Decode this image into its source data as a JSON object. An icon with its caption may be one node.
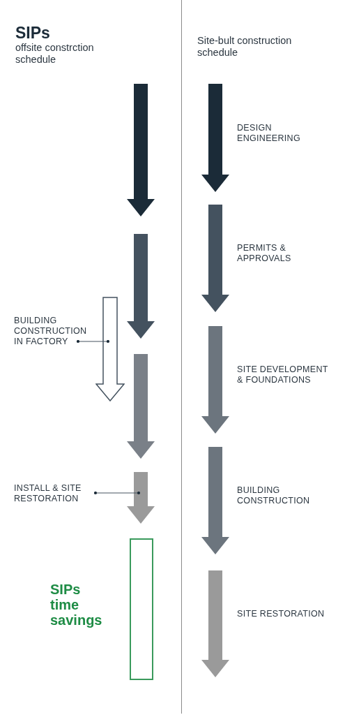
{
  "diagram": {
    "title": "SIPs",
    "nodes": [
      {
        "text": [],
        "shape": "bar"
      },
      {
        "text": [],
        "shape": "bar"
      },
      {
        "text": [
          "BUILDING CONSTRUCTION IN FACTORY"
        ]
      },
      {
        "text": [],
        "shape": "bar"
      },
      {
        "text": [],
        "shape": "bar"
      },
      {
        "text": [
          "INSTALL & SITE RESTORATION"
        ]
      },
      {
        "text": [],
        "shape": "bar"
      },
      {
        "text": [
          "SIPs time savings"
        ]
      },
      {
        "text": [],
        "shape": "bar",
        "beside": [
          "DESIGN ENGINEERING"
        ]
      },
      {
        "text": [],
        "shape": "bar",
        "beside": [
          "PERMITS & APPROVALS"
        ]
      },
      {
        "text": [],
        "shape": "bar",
        "beside": [
          "SITE DEVELOPMENT & FOUNDATIONS"
        ]
      },
      {
        "text": [],
        "shape": "bar",
        "beside": [
          "BUILDING CONSTRUCTION"
        ]
      },
      {
        "text": [],
        "shape": "bar",
        "beside": [
          "SITE RESTORATION"
        ]
      }
    ],
    "edges": [
      {
        "from": 2,
        "to": 3,
        "arrow": "other"
      },
      {
        "from": 5,
        "to": 6,
        "arrow": "other"
      }
    ],
    "labels": [
      "offsite constrction schedule",
      "Site-bult construction schedule"
    ]
  }
}
